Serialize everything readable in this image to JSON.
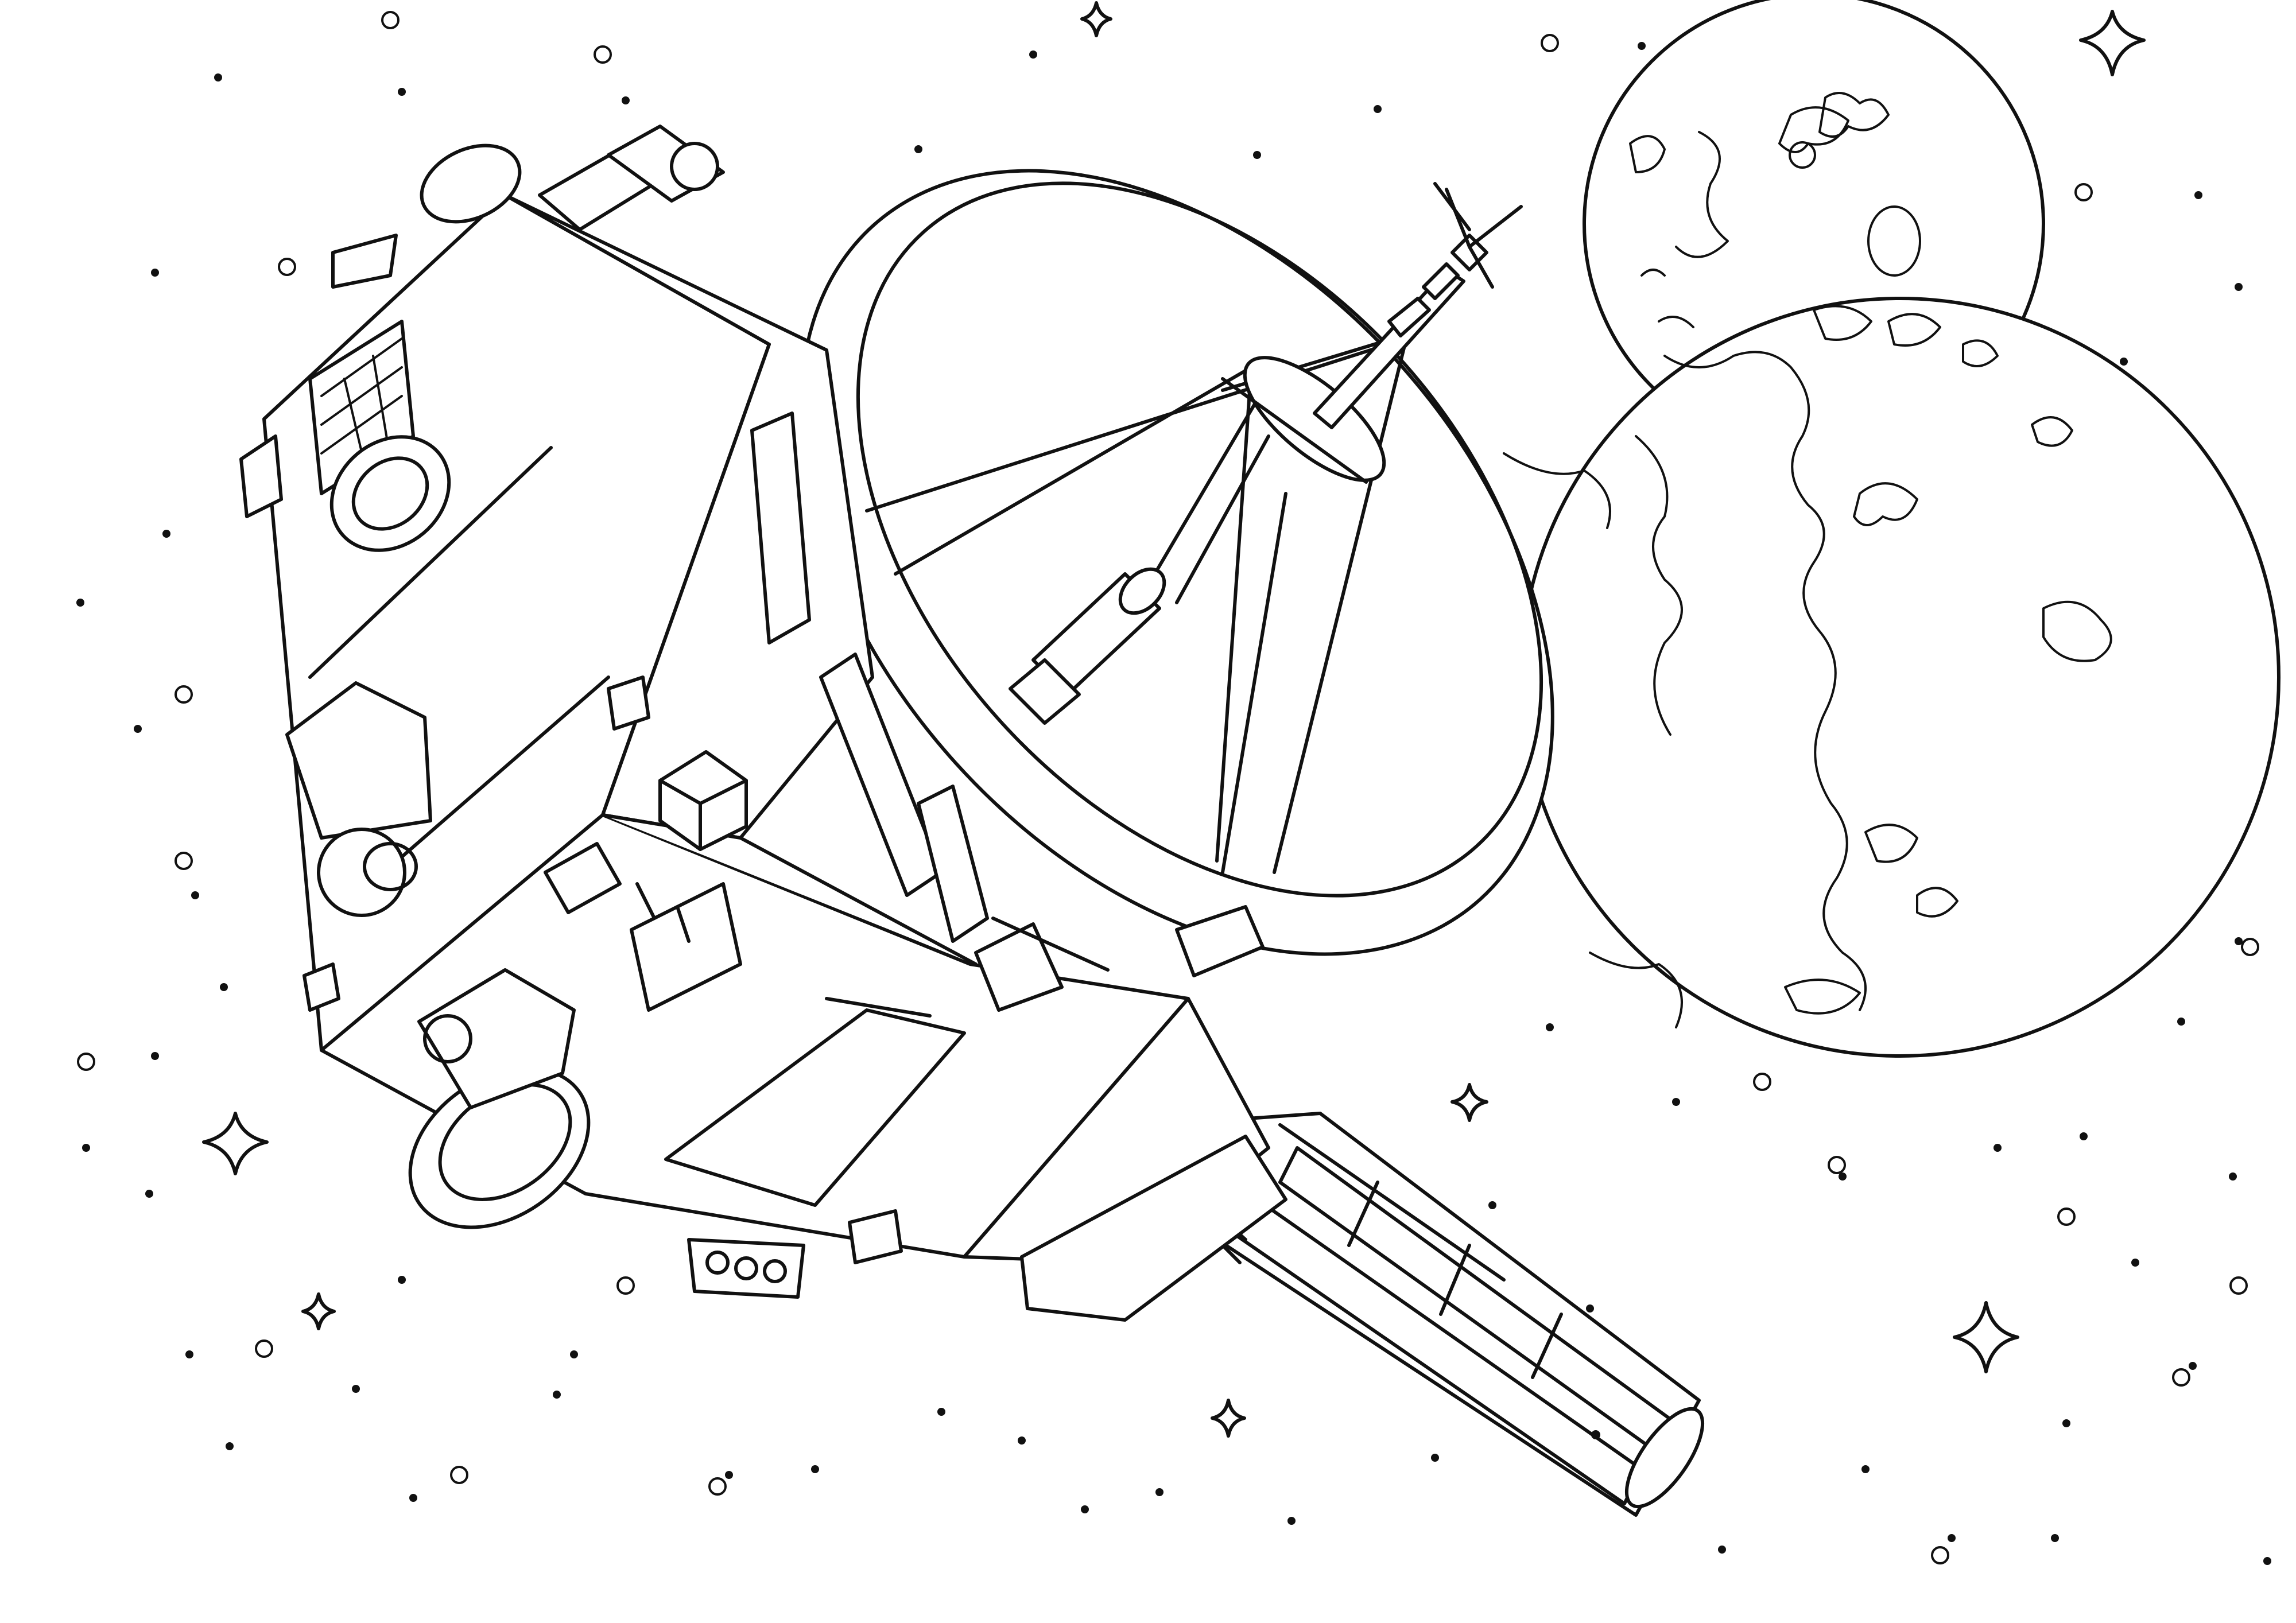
{
  "illustration": {
    "style": "black line-art coloring page",
    "colors": {
      "background": "#ffffff",
      "line": "#111111"
    },
    "subjects": [
      "spacecraft",
      "parabolic-dish-antenna",
      "planet",
      "moon",
      "stars"
    ]
  }
}
